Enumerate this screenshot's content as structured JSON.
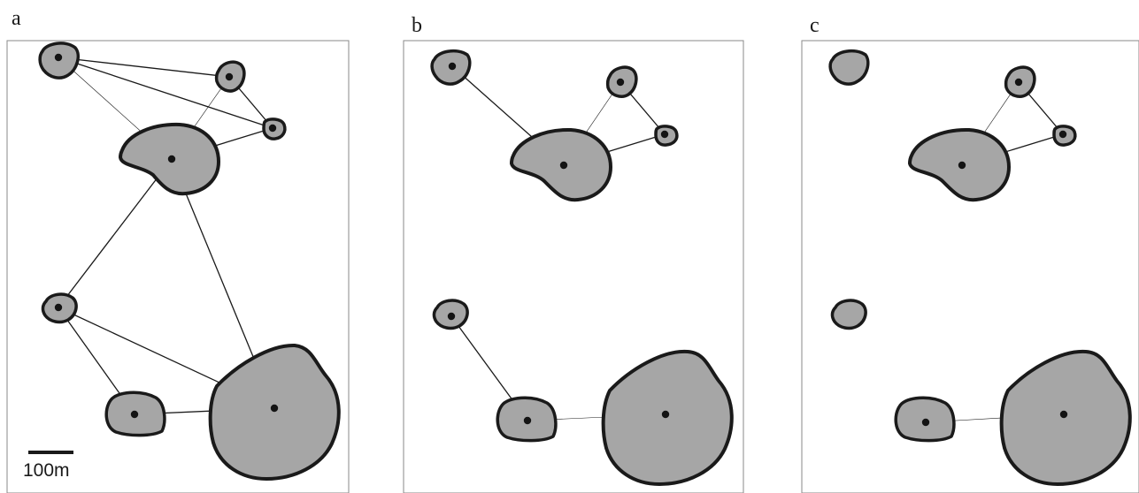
{
  "figure": {
    "panels": [
      {
        "label": "a",
        "show_centroids": true,
        "patches": [
          {
            "id": "p1",
            "shape": "small-blob"
          },
          {
            "id": "p2",
            "shape": "small-blob"
          },
          {
            "id": "p3",
            "shape": "tiny-blob"
          },
          {
            "id": "p4",
            "shape": "medium-blob"
          },
          {
            "id": "p5",
            "shape": "small-blob"
          },
          {
            "id": "p6",
            "shape": "small-blob"
          },
          {
            "id": "p7",
            "shape": "large-blob"
          }
        ],
        "links": [
          {
            "from": "p1",
            "to": "p2",
            "weight": "strong"
          },
          {
            "from": "p1",
            "to": "p3",
            "weight": "strong"
          },
          {
            "from": "p1",
            "to": "p4",
            "weight": "weak"
          },
          {
            "from": "p2",
            "to": "p3",
            "weight": "strong"
          },
          {
            "from": "p2",
            "to": "p4",
            "weight": "weak"
          },
          {
            "from": "p3",
            "to": "p4",
            "weight": "strong"
          },
          {
            "from": "p4",
            "to": "p5",
            "weight": "strong"
          },
          {
            "from": "p4",
            "to": "p7",
            "weight": "strong"
          },
          {
            "from": "p5",
            "to": "p6",
            "weight": "strong"
          },
          {
            "from": "p5",
            "to": "p7",
            "weight": "strong"
          },
          {
            "from": "p6",
            "to": "p7",
            "weight": "strong"
          }
        ]
      },
      {
        "label": "b",
        "show_centroids": true,
        "patches": [
          {
            "id": "p1",
            "shape": "small-blob"
          },
          {
            "id": "p2",
            "shape": "small-blob"
          },
          {
            "id": "p3",
            "shape": "tiny-blob"
          },
          {
            "id": "p4",
            "shape": "medium-blob"
          },
          {
            "id": "p5",
            "shape": "small-blob"
          },
          {
            "id": "p6",
            "shape": "small-blob"
          },
          {
            "id": "p7",
            "shape": "large-blob"
          }
        ],
        "links": [
          {
            "from": "p1",
            "to": "p4",
            "weight": "strong"
          },
          {
            "from": "p2",
            "to": "p4",
            "weight": "weak"
          },
          {
            "from": "p2",
            "to": "p3",
            "weight": "strong"
          },
          {
            "from": "p3",
            "to": "p4",
            "weight": "strong"
          },
          {
            "from": "p5",
            "to": "p6",
            "weight": "strong"
          },
          {
            "from": "p6",
            "to": "p7",
            "weight": "weak"
          }
        ]
      },
      {
        "label": "c",
        "show_centroids": true,
        "patches": [
          {
            "id": "p1",
            "shape": "small-blob",
            "isolated": true
          },
          {
            "id": "p2",
            "shape": "small-blob"
          },
          {
            "id": "p3",
            "shape": "tiny-blob"
          },
          {
            "id": "p4",
            "shape": "medium-blob"
          },
          {
            "id": "p5",
            "shape": "small-blob",
            "isolated": true
          },
          {
            "id": "p6",
            "shape": "small-blob"
          },
          {
            "id": "p7",
            "shape": "large-blob"
          }
        ],
        "links": [
          {
            "from": "p2",
            "to": "p4",
            "weight": "weak"
          },
          {
            "from": "p2",
            "to": "p3",
            "weight": "strong"
          },
          {
            "from": "p3",
            "to": "p4",
            "weight": "strong"
          },
          {
            "from": "p6",
            "to": "p7",
            "weight": "weak"
          }
        ]
      }
    ],
    "scale_bar": {
      "label": "100m",
      "panel": "a"
    },
    "colors": {
      "patch_fill": "#a6a6a6",
      "patch_stroke": "#1a1a1a",
      "link": "#1a1a1a",
      "frame": "#8a8a8a",
      "background": "#ffffff"
    }
  }
}
